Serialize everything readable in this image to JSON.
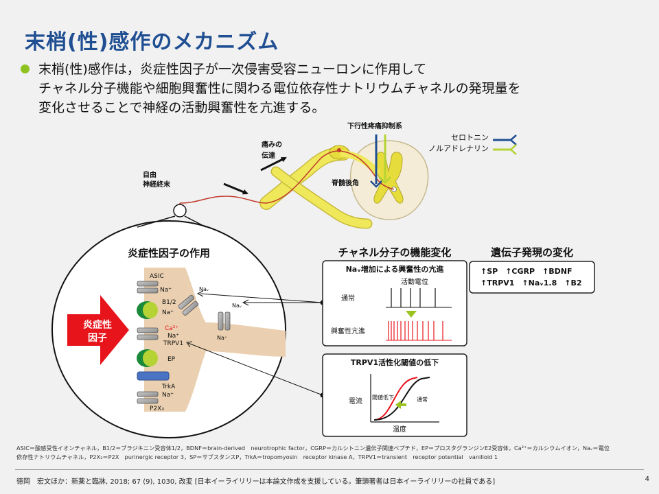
{
  "title": "末梢(性)感作のメカニズム",
  "bullet": {
    "line1": "末梢(性)感作は，炎症性因子が一次侵害受容ニューロンに作用して",
    "line2": "チャネル分子機能や細胞興奮性に関わる電位依存性ナトリウムチャネルの発現量を",
    "line3": "変化させることで神経の活動興奮性を亢進する。"
  },
  "top": {
    "descending": "下行性疼痛抑制系",
    "serotonin": "セロトニン",
    "noradrenaline": "ノルアドレナリン",
    "pain_line1": "痛みの",
    "pain_line2": "伝達",
    "free_line1": "自由",
    "free_line2": "神経終末",
    "dorsal_horn": "脊髄後角"
  },
  "inflammation": {
    "heading": "炎症性因子の作用",
    "arrow_line1": "炎症性",
    "arrow_line2": "因子",
    "asic": "ASIC",
    "na": "Na⁺",
    "b12": "B1/2",
    "ca": "Ca²⁺",
    "trpv1": "TRPV1",
    "ep": "EP",
    "trka": "TrkA",
    "p2x3": "P2X₃",
    "nav": "Naᵥ"
  },
  "channel": {
    "heading": "チャネル分子の機能変化",
    "nav_title": "Naᵥ増加による興奮性の亢進",
    "action_potential": "活動電位",
    "normal": "通常",
    "hyper": "興奮性亢進",
    "trpv1_title": "TRPV1活性化閾値の低下",
    "current": "電流",
    "threshold": "閾値低下",
    "normal_curve": "通常",
    "temperature": "温度"
  },
  "gene": {
    "heading": "遺伝子発現の変化",
    "line1": "↑SP　↑CGRP　↑BDNF",
    "line2": "↑TRPV1　↑Naᵥ1.8　↑B2"
  },
  "footnote": {
    "abbrev_line1": "ASIC＝酸感受性イオンチャネル，B1/2＝ブラジキニン受容体1/2，BDNF＝brain-derived　neurotrophic factor，CGRP＝カルシトニン遺伝子関連ペプチド，EP＝プロスタグランジンE2受容体，Ca²⁺＝カルシウムイオン，Naᵥ＝電位",
    "abbrev_line2": "依存性ナトリウムチャネル，P2X₃＝P2X　purinergic receptor 3，SP＝サブスタンスP，TrkA＝tropomyosin　receptor kinase A，TRPV1＝transient　receptor potential　vanilloid 1",
    "citation": "徳岡　宏文ほか：新薬と臨牀, 2018; 67 (9), 1030, 改変 [日本イーライリリーは本論文作成を支援している。筆頭著者は日本イーライリリーの社員である]",
    "page": "4"
  },
  "colors": {
    "title": "#1f4e92",
    "bullet": "#8dc21f",
    "serotonin": "#1f4e92",
    "noradrenaline": "#b5d334",
    "nerve_fill": "#ede64a",
    "axon": "#c0392b",
    "arrow": "#e8141c"
  }
}
